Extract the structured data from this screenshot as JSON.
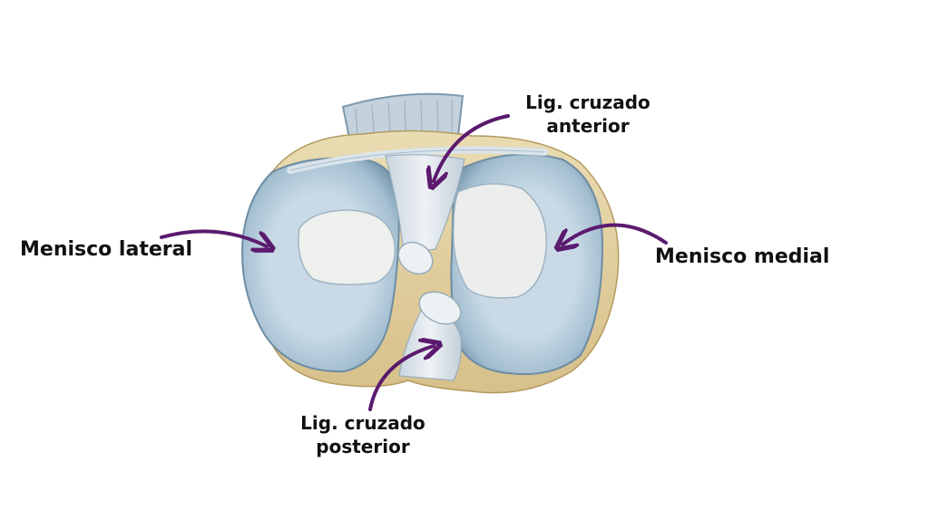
{
  "labels": {
    "menisco_lateral": "Menisco lateral",
    "menisco_medial": "Menisco medial",
    "lig_cruzado_anterior": [
      "Lig. cruzado",
      "anterior"
    ],
    "lig_cruzado_posterior": [
      "Lig. cruzado",
      "posterior"
    ]
  },
  "colors": {
    "arrow": "#5b1a6e",
    "meniscus": "#a9c2d3",
    "meniscus_dark": "#7e9cb2",
    "meniscus_light": "#d6e4ee",
    "bone": "#e6d6a8",
    "bone_dark": "#c9b27a",
    "plateau": "#eef0ef",
    "ligament": "#dfe6ec",
    "text": "#111111"
  }
}
